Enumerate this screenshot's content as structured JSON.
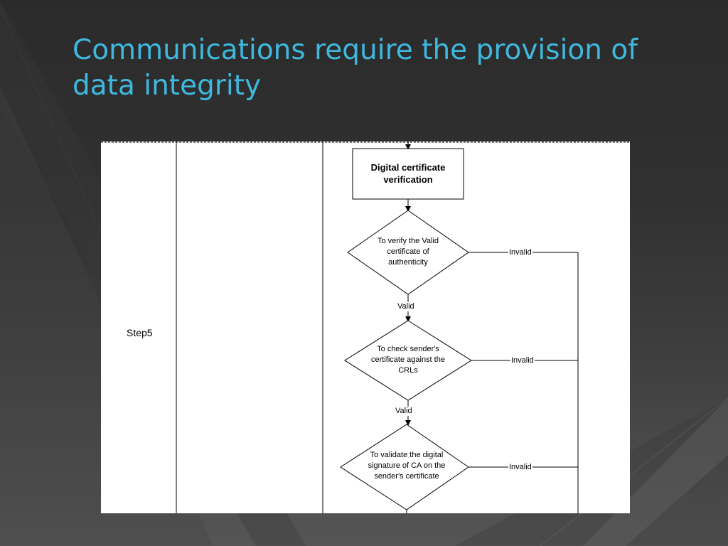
{
  "slide": {
    "title": "Communications require the provision of data integrity"
  },
  "diagram": {
    "step_label": "Step5",
    "process_box": "Digital certificate\nverification",
    "decisions": [
      {
        "text": "To verify the Valid\ncertificate of\nauthenticity",
        "valid_label": "Valid",
        "invalid_label": "Invalid"
      },
      {
        "text": "To check sender's\ncertificate against the\nCRLs",
        "valid_label": "Valid",
        "invalid_label": "Invalid"
      },
      {
        "text": "To validate the digital\nsignature of CA on the\nsender's certificate",
        "invalid_label": "Invalid"
      }
    ]
  },
  "colors": {
    "title": "#3fb8de",
    "background": "#303030",
    "figure_bg": "#ffffff",
    "line": "#000000"
  }
}
